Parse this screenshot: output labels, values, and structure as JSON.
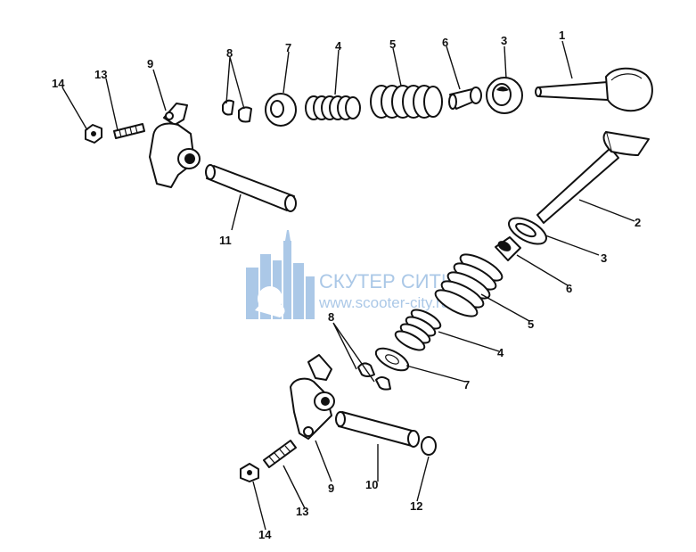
{
  "watermark": {
    "title": "СКУТЕР СИТИ",
    "url": "www.scooter-city.ru",
    "color": "#9dbfe3"
  },
  "labels": {
    "l1": "1",
    "l2": "2",
    "l3a": "3",
    "l3b": "3",
    "l4a": "4",
    "l4b": "4",
    "l5a": "5",
    "l5b": "5",
    "l6a": "6",
    "l6b": "6",
    "l7a": "7",
    "l7b": "7",
    "l8a": "8",
    "l8b": "8",
    "l9a": "9",
    "l9b": "9",
    "l10": "10",
    "l11": "11",
    "l12": "12",
    "l13a": "13",
    "l13b": "13",
    "l14a": "14",
    "l14b": "14"
  }
}
